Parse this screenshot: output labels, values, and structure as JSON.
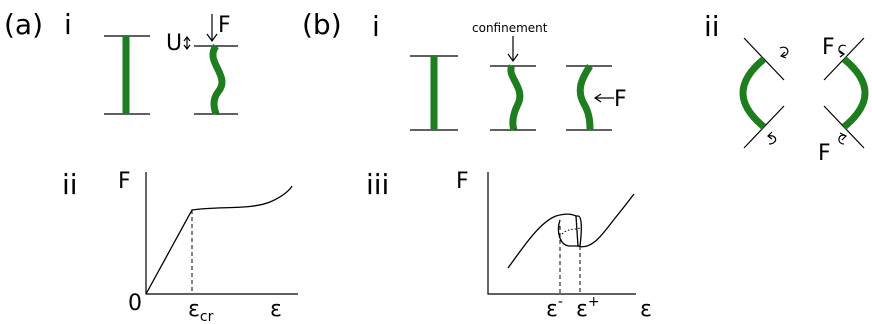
{
  "panels": {
    "a": {
      "label": "(a)",
      "sub_i": "i",
      "sub_ii": "ii"
    },
    "b": {
      "label": "(b)",
      "sub_i": "i",
      "sub_ii": "ii",
      "sub_iii": "iii"
    }
  },
  "annotations": {
    "u_label": "U",
    "f_label": "F",
    "confinement": "confinement",
    "f_side": "F",
    "f_top_right": "F",
    "f_bottom_right": "F"
  },
  "plot_a": {
    "ylabel": "F",
    "xlabel": "ε",
    "origin": "0",
    "critical_base": "ε",
    "critical_sub": "cr"
  },
  "plot_b": {
    "ylabel": "F",
    "xlabel": "ε",
    "eps_minus_base": "ε",
    "eps_minus_sup": "-",
    "eps_plus_base": "ε",
    "eps_plus_sup": "+"
  },
  "colors": {
    "rod": "#1e7d1e",
    "ink": "#000000"
  }
}
